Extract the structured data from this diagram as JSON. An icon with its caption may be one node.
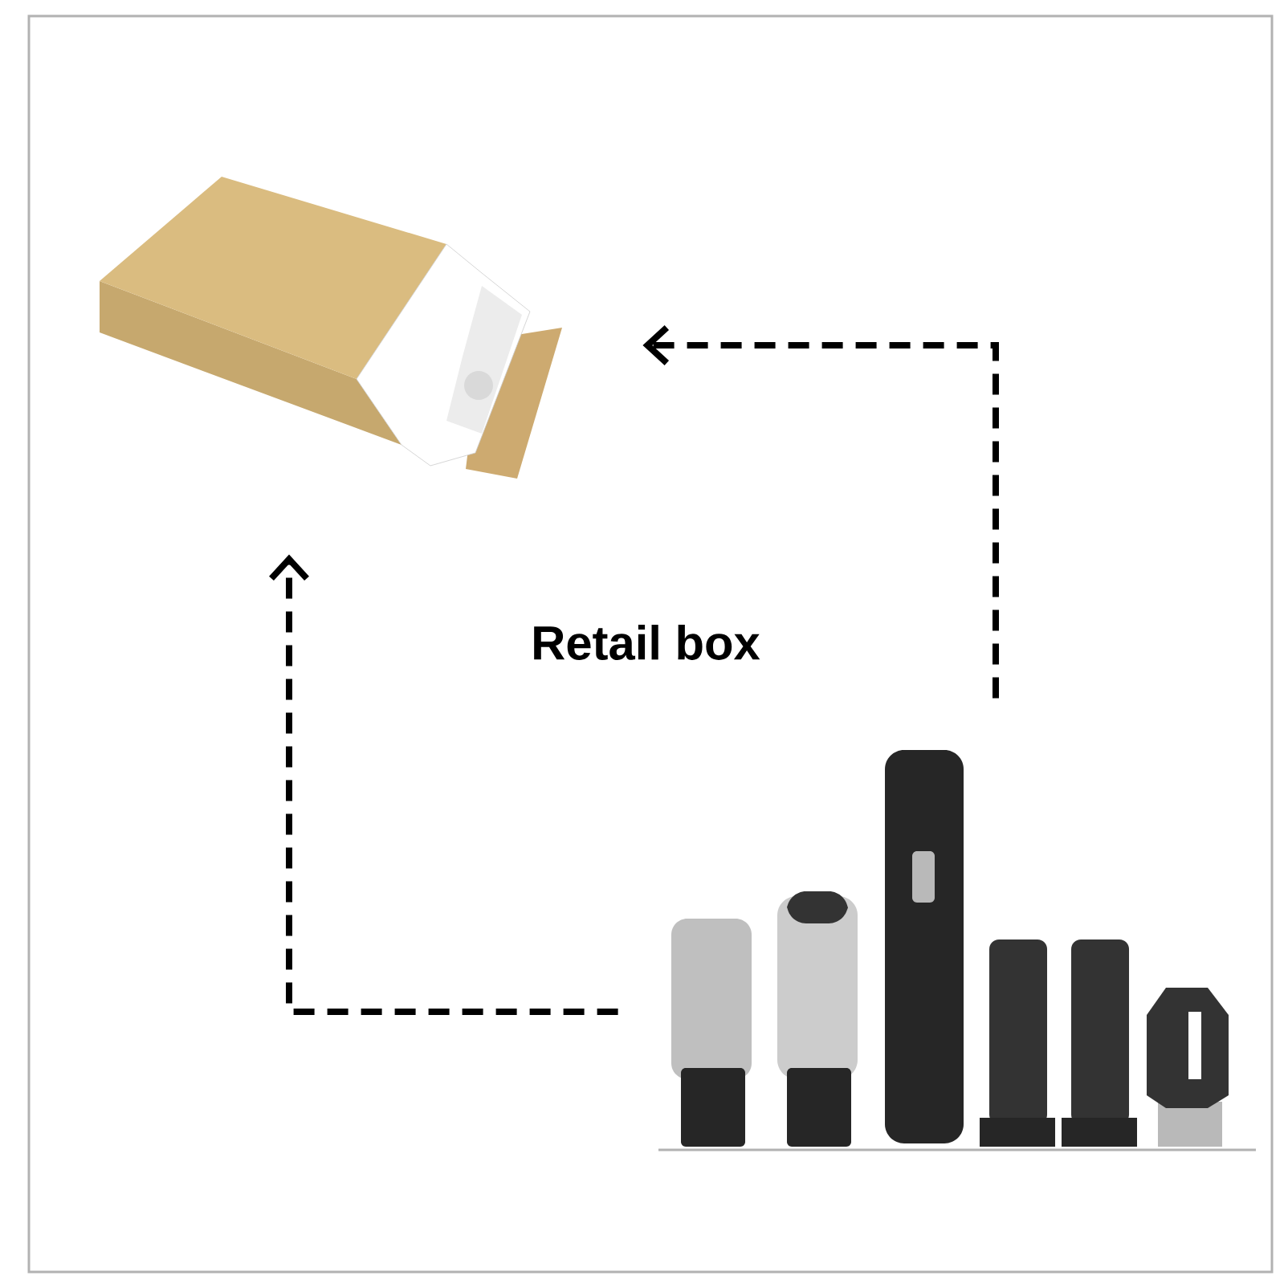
{
  "diagram": {
    "nodes": [
      {
        "text": [],
        "shape": "picture"
      },
      {
        "text": [],
        "shape": "picture"
      }
    ],
    "edges": [
      {
        "from": 1,
        "to": 0,
        "arrow": "to",
        "style": "dashed"
      },
      {
        "from": 1,
        "to": 0,
        "arrow": "to",
        "style": "dashed"
      }
    ],
    "labels": [
      "Retail box"
    ]
  }
}
